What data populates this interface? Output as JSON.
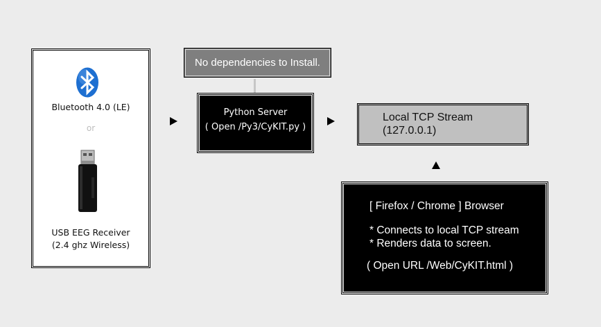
{
  "inputs": {
    "bluetooth_label": "Bluetooth 4.0 (LE)",
    "or_label": "or",
    "usb_label_line1": "USB EEG Receiver",
    "usb_label_line2": "(2.4 ghz Wireless)",
    "icons": [
      "bluetooth-icon",
      "usb-dongle-icon"
    ]
  },
  "deps_note": "No dependencies to Install.",
  "server": {
    "title": "Python Server",
    "command": "( Open /Py3/CyKIT.py )"
  },
  "tcp": {
    "title": "Local TCP Stream",
    "address": "(127.0.0.1)"
  },
  "browser": {
    "title": "[ Firefox / Chrome ] Browser",
    "bullet1": "* Connects to local TCP stream",
    "bullet2": "* Renders data to screen.",
    "url_note": "( Open URL /Web/CyKIT.html )"
  },
  "colors": {
    "background": "#ececec",
    "bluetooth": "#1d6fd1",
    "deps_box": "#7f7f7f",
    "tcp_box": "#c0c0c0",
    "dark_box": "#000000"
  }
}
